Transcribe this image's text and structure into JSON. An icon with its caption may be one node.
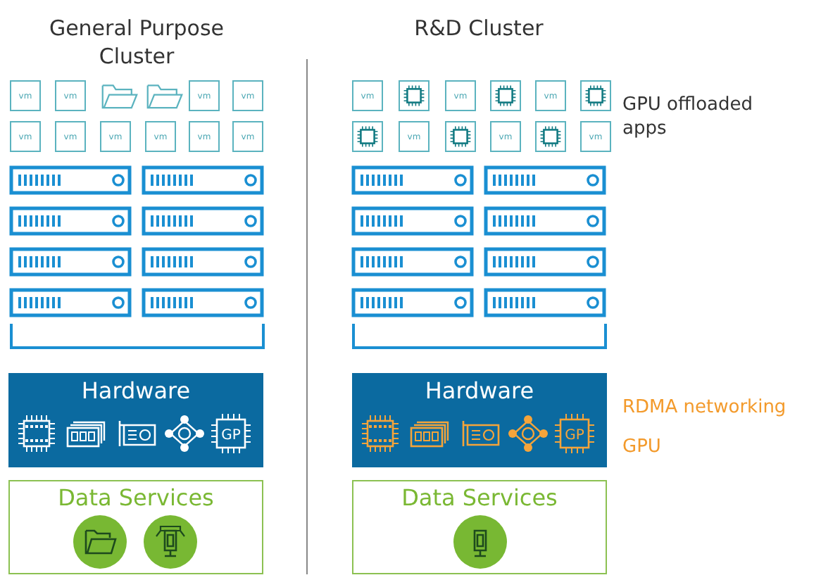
{
  "diagram": {
    "nodes": [
      {
        "text": [
          "vm"
        ]
      },
      {
        "text": [
          "vm"
        ]
      },
      {
        "text": [],
        "shape": "picture"
      },
      {
        "text": [],
        "shape": "picture"
      },
      {
        "text": [
          "vm"
        ]
      },
      {
        "text": [
          "vm"
        ]
      },
      {
        "text": [
          "vm"
        ]
      },
      {
        "text": [
          "vm"
        ]
      },
      {
        "text": [
          "vm"
        ]
      },
      {
        "text": [
          "vm"
        ]
      },
      {
        "text": [
          "vm"
        ]
      },
      {
        "text": [
          "vm"
        ]
      },
      {
        "text": [
          "vm"
        ]
      },
      {
        "text": [],
        "shape": "box"
      },
      {
        "text": [
          "vm"
        ]
      },
      {
        "text": [],
        "shape": "box"
      },
      {
        "text": [
          "vm"
        ]
      },
      {
        "text": [],
        "shape": "box"
      },
      {
        "text": [],
        "shape": "box"
      },
      {
        "text": [
          "vm"
        ]
      },
      {
        "text": [],
        "shape": "box"
      },
      {
        "text": [
          "vm"
        ]
      },
      {
        "text": [],
        "shape": "box"
      },
      {
        "text": [
          "vm"
        ]
      },
      {
        "text": [
          "Hardware"
        ]
      },
      {
        "text": [
          "Data Services"
        ]
      },
      {
        "text": [
          "Hardware"
        ]
      },
      {
        "text": [
          "Data Services"
        ]
      }
    ],
    "labels": [
      "General Purpose Cluster",
      "R&D Cluster",
      "GPU offloaded apps",
      "GP",
      "GP",
      "RDMA networking",
      "GPU"
    ]
  }
}
